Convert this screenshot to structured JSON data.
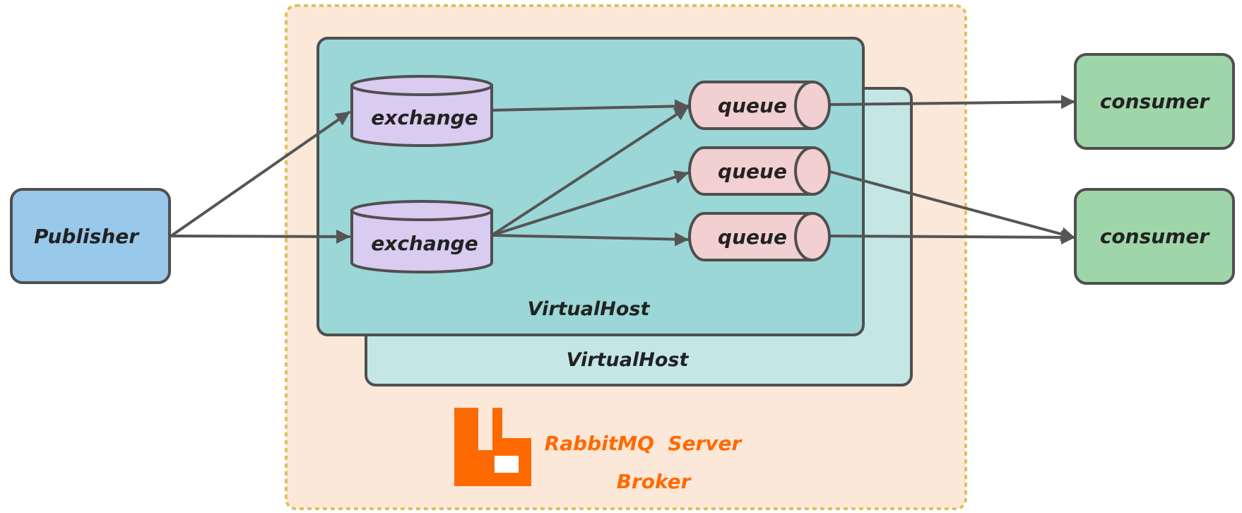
{
  "colors": {
    "broker_fill": "#fce8d9",
    "broker_border": "#e2be5c",
    "vhost_front": "#9bd7d6",
    "vhost_back": "#c4e7e6",
    "exchange_fill": "#d9ccf0",
    "queue_fill": "#f2cfd1",
    "publisher_fill": "#98c8ea",
    "consumer_fill": "#9fd6a9",
    "rabbitmq_orange": "#ff6a00",
    "stroke": "#4f4f4f"
  },
  "publisher": {
    "label": "Publisher"
  },
  "broker": {
    "line1": "RabbitMQ  Server",
    "line2": "Broker",
    "logo_icon": "rabbitmq-logo-icon"
  },
  "virtual_hosts": [
    {
      "label": "VirtualHost"
    },
    {
      "label": "VirtualHost"
    }
  ],
  "exchanges": [
    {
      "label": "exchange"
    },
    {
      "label": "exchange"
    }
  ],
  "queues": [
    {
      "label": "queue"
    },
    {
      "label": "queue"
    },
    {
      "label": "queue"
    }
  ],
  "consumers": [
    {
      "label": "consumer"
    },
    {
      "label": "consumer"
    }
  ],
  "edges": [
    {
      "from": "publisher",
      "to": "exchange-1"
    },
    {
      "from": "publisher",
      "to": "exchange-2"
    },
    {
      "from": "exchange-1",
      "to": "queue-1"
    },
    {
      "from": "exchange-2",
      "to": "queue-1"
    },
    {
      "from": "exchange-2",
      "to": "queue-2"
    },
    {
      "from": "exchange-2",
      "to": "queue-3"
    },
    {
      "from": "queue-1",
      "to": "consumer-1"
    },
    {
      "from": "queue-2",
      "to": "consumer-2"
    },
    {
      "from": "queue-3",
      "to": "consumer-2"
    }
  ]
}
